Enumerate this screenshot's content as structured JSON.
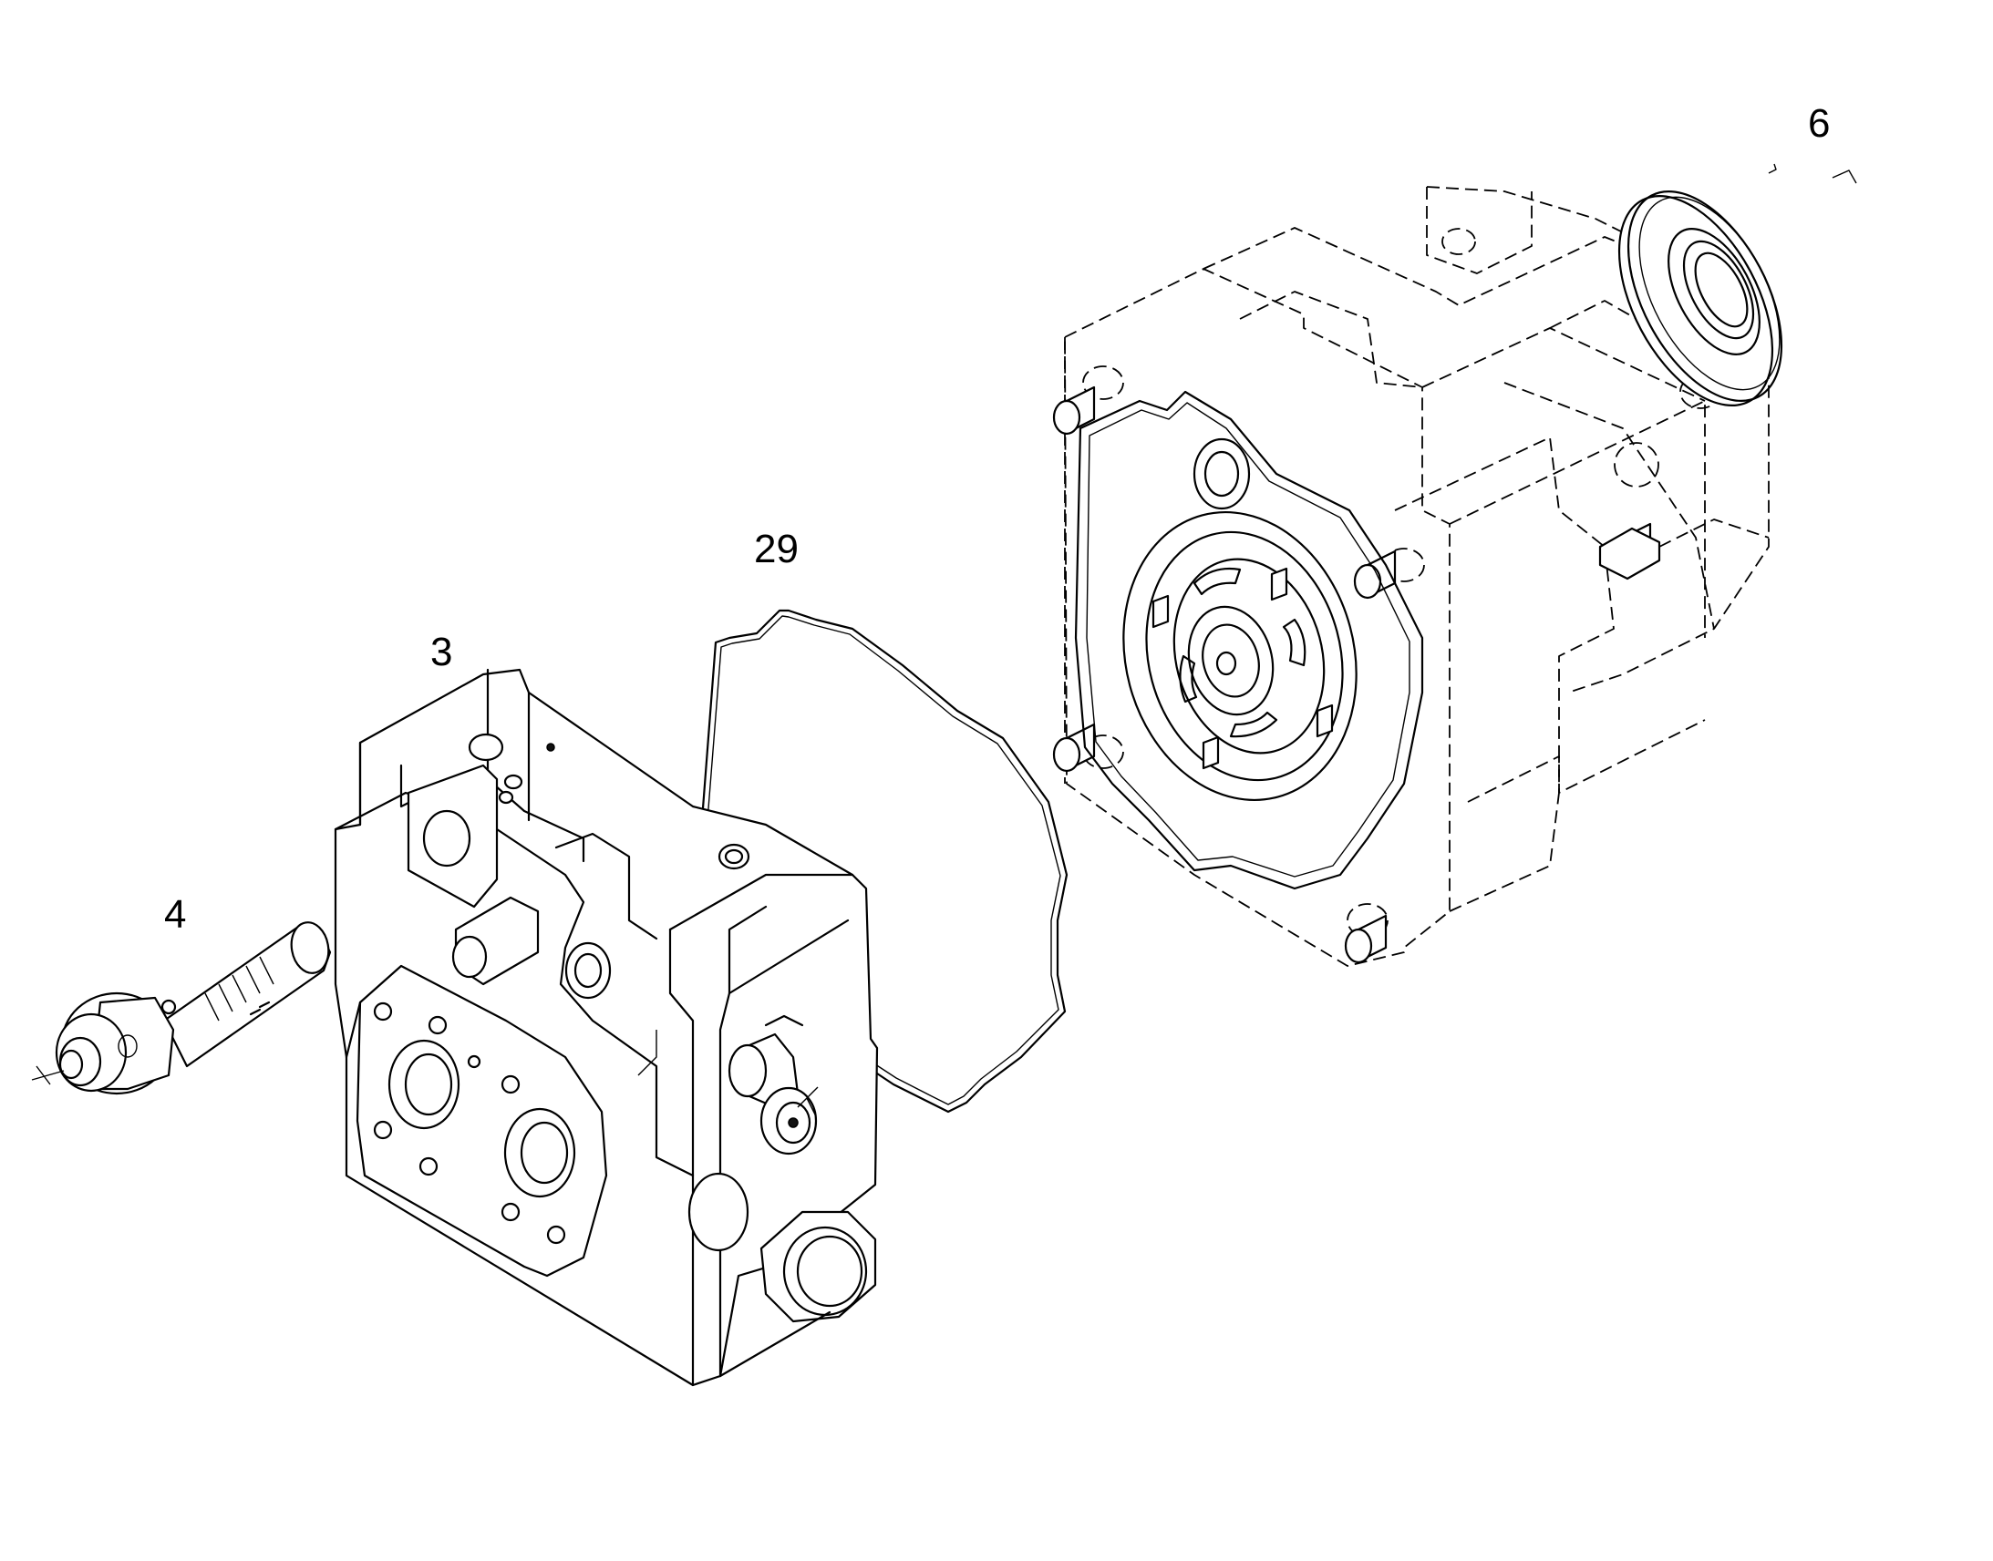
{
  "diagram": {
    "callouts": [
      {
        "id": "part-3",
        "label": "3"
      },
      {
        "id": "part-4",
        "label": "4"
      },
      {
        "id": "part-6",
        "label": "6"
      },
      {
        "id": "part-29",
        "label": "29"
      }
    ],
    "icons": {
      "part-3": "control-valve-block-drawing",
      "part-4": "valve-spool-drawing",
      "part-6": "shaft-seal-ring-drawing",
      "part-29": "o-ring-gasket-drawing",
      "housing": "pump-housing-dashed-drawing"
    },
    "line_color": "#000000",
    "background_color": "#ffffff"
  }
}
